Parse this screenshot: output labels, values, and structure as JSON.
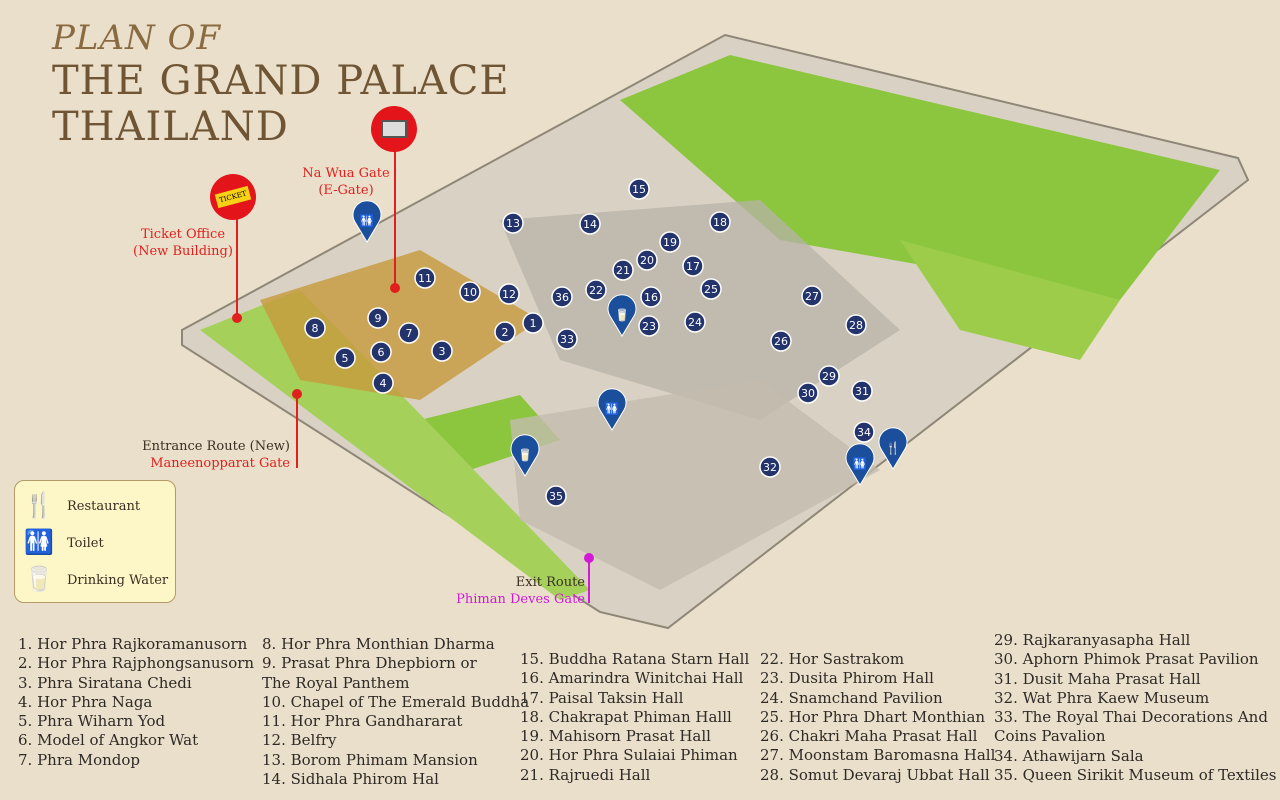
{
  "title": {
    "line1": "PLAN OF",
    "line2": "THE GRAND PALACE",
    "line3": "THAILAND"
  },
  "labels": {
    "na_wua_gate": [
      "Na Wua Gate",
      "(E-Gate)"
    ],
    "ticket_office": [
      "Ticket Office",
      "(New Building)"
    ],
    "ticket_text": "TICKET",
    "entrance": [
      "Entrance Route (New)",
      "Maneenopparat Gate"
    ],
    "exit": [
      "Exit Route",
      "Phiman Deves Gate"
    ]
  },
  "legend": [
    {
      "icon": "restaurant-icon",
      "label": "Restaurant"
    },
    {
      "icon": "toilet-icon",
      "label": "Toilet"
    },
    {
      "icon": "drinking-water-icon",
      "label": "Drinking Water"
    }
  ],
  "colors": {
    "route_red": "#e0201c",
    "route_magenta": "#d21ad6",
    "marker_blue": "#1b4f9c",
    "number_navy": "#23336b",
    "lawn": "#8cc63f"
  },
  "markers": [
    "1",
    "2",
    "3",
    "4",
    "5",
    "6",
    "7",
    "8",
    "9",
    "10",
    "11",
    "12",
    "13",
    "14",
    "15",
    "16",
    "17",
    "18",
    "19",
    "20",
    "21",
    "22",
    "23",
    "24",
    "25",
    "26",
    "27",
    "28",
    "29",
    "30",
    "31",
    "32",
    "33",
    "34",
    "35",
    "36"
  ],
  "places": [
    "1. Hor Phra Rajkoramanusorn",
    "2. Hor Phra Rajphongsanusorn",
    "3. Phra Siratana Chedi",
    "4. Hor Phra Naga",
    "5. Phra Wiharn Yod",
    "6. Model of Angkor Wat",
    "7. Phra Mondop",
    "8. Hor Phra Monthian Dharma",
    "9. Prasat Phra Dhepbiorn or",
    "The Royal Panthem",
    "10. Chapel of The Emerald Buddha",
    "11. Hor Phra Gandhararat",
    "12. Belfry",
    "13. Borom Phimam Mansion",
    "14. Sidhala Phirom Hal",
    "15. Buddha Ratana Starn Hall",
    "16. Amarindra Winitchai Hall",
    "17. Paisal Taksin Hall",
    "18. Chakrapat Phiman Halll",
    "19. Mahisorn Prasat Hall",
    "20. Hor Phra Sulaiai Phiman",
    "21. Rajruedi Hall",
    "22. Hor Sastrakom",
    "23. Dusita Phirom Hall",
    "24. Snamchand Pavilion",
    "25. Hor Phra Dhart Monthian",
    "26. Chakri Maha Prasat Hall",
    "27. Moonstam Baromasna Hall",
    "28. Somut Devaraj Ubbat Hall",
    "29. Rajkaranyasapha Hall",
    "30. Aphorn Phimok Prasat Pavilion",
    "31. Dusit Maha Prasat Hall",
    "32. Wat Phra Kaew Museum",
    "33. The Royal Thai Decorations And",
    "Coins Pavalion",
    "34. Athawijarn Sala",
    "35. Queen Sirikit Museum of Textiles"
  ]
}
